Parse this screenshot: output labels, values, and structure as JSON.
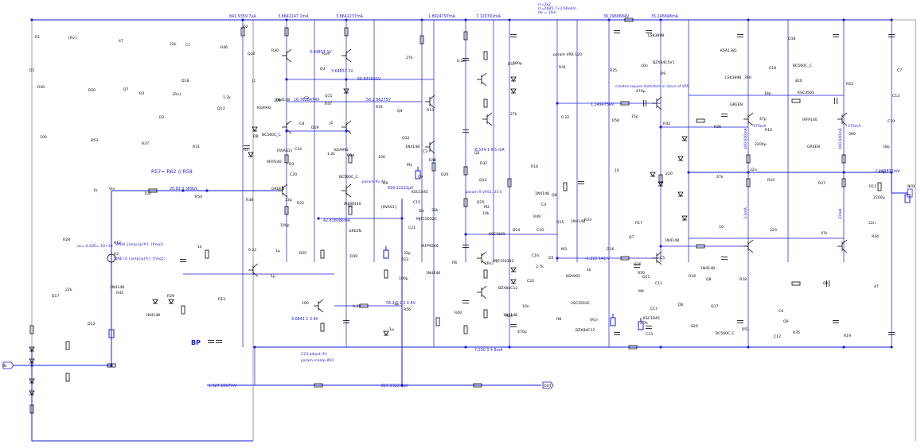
{
  "diagram": {
    "title_note": "R57= R62 // R58",
    "bp_label": "BP",
    "source": {
      "name": "V2",
      "line1": "SIN(0 {amp}g{fr} {freq})",
      "line2": "SINE (0 {amp}g{fr} {freq})",
      "ac_label": "ac= 0.205= 10+16",
      "vin_label": "Vin"
    },
    "top_notes": [
      "rr=2k2",
      "rr=2685.7+2.66ohm",
      "Re = 10m"
    ],
    "param_vrk": "param VRK 120",
    "node_voltages": [
      "841.9359 7µA",
      "3.8642247 1mA",
      "3.8642237mA",
      "1.8924797mA",
      "7.120791mA",
      "36.2968684V",
      "35.246848mA",
      "3.64857 1V",
      "3.64857 1V",
      "56.844821V",
      "16.7828674V",
      "56.2 66275V",
      "1.2494754V",
      "-1.222 142 V",
      "26.81 0 389µV",
      "816.12221µV",
      "-6.554 1 6 5 mA",
      "42.838086mA",
      "-2.149877mV",
      "56.2 0 1 2 4 8V",
      "7.200 3 4 8mA",
      "3.6841 1 3 9V",
      "1.627 1067mV",
      "816.1322 1µV"
    ],
    "notes": [
      "creates square distortion in locus of VAS",
      "param R VAS1, 33 k",
      "param Rv 47",
      "C23 adjust (fr)",
      "param rcomp 850"
    ],
    "current_labels": [
      "175mA",
      "175mA",
      "400-600mA",
      "400-600mA",
      "3.1mA",
      "22mA"
    ],
    "transistors": [
      "Q2",
      "Q3",
      "Q4",
      "Q5",
      "Q6",
      "Q7",
      "Q8",
      "Q9",
      "Q10",
      "Q11",
      "Q12",
      "Q13",
      "Q15",
      "Q16",
      "Q17",
      "Q18",
      "J1",
      "J2",
      "M1",
      "M2",
      "M3",
      "M4",
      "BC560C_C",
      "BC560C_C",
      "KSA992",
      "KSA992",
      "KSC1845",
      "KSC1845",
      "KSA992",
      "KSC1845",
      "KSA1381",
      "KSC3503",
      "BC560C_C",
      "BC560C_C",
      "MJF15032C",
      "MJF15033C",
      "2SC3503C",
      "LSK389B",
      "LSK389B",
      "IRFP140",
      "IRFP240",
      "IRFP9140",
      "IRFP9240",
      "BZX84C12",
      "BZX84C12",
      "BZX84C5V1",
      "GREEN",
      "GREEN",
      "GREEN",
      "GREEN",
      "1N4148",
      "1N4148"
    ],
    "resistors": [
      "R1",
      "R3",
      "R4",
      "R5",
      "R6",
      "R8",
      "R9",
      "R10",
      "R11",
      "R12",
      "R13",
      "R14",
      "R15",
      "R16",
      "R17",
      "R18",
      "R19",
      "R20",
      "R21",
      "R22",
      "R23",
      "R24",
      "R25",
      "R26",
      "R27",
      "R28",
      "R29",
      "R30",
      "R31",
      "R32",
      "R33",
      "R34",
      "R35",
      "R36",
      "R37",
      "R38",
      "R39",
      "R40",
      "R41",
      "R42",
      "R43",
      "R44",
      "R45",
      "R46",
      "R47",
      "R48",
      "R49",
      "R50",
      "R51",
      "R52",
      "R53",
      "R54",
      "R55",
      "R56",
      "R57",
      "R58",
      "47k",
      "47k",
      "22k",
      "22k",
      "100",
      "100",
      "10k",
      "1k",
      "820",
      "820",
      "100",
      "100",
      "0.22",
      "0.22",
      "0.22",
      "0.22",
      "220",
      "220",
      "47",
      "47",
      "1.2k",
      "1.2k",
      "33k",
      "2.7k",
      "2.7k",
      "390",
      "390",
      "1k",
      "1k",
      "100",
      "27k",
      "27k",
      "10",
      "10",
      "68",
      "{Rv}",
      "{Rv}",
      "{RVAS1}",
      "{RVAS1}",
      "{Rs}",
      "{Rs}"
    ],
    "capacitors": [
      "C1",
      "C2",
      "C3",
      "C4",
      "C5",
      "C6",
      "C7",
      "C8",
      "C9",
      "C10",
      "C11",
      "C12",
      "C13",
      "C14",
      "C15",
      "C16",
      "C17",
      "C18",
      "C19",
      "C20",
      "C21",
      "C22",
      "C23",
      "18p",
      "18p",
      "33p",
      "33p",
      "10n",
      "10n",
      "47p",
      "47p",
      "100p",
      "100p",
      "470µ",
      "470µ",
      "2200µ",
      "2200µ",
      "1µ",
      "1µ",
      "180p",
      "15p",
      "22n",
      "22n",
      "1µ",
      "1µ"
    ],
    "diodes": [
      "D1",
      "D2",
      "D3",
      "D4",
      "D5",
      "D6",
      "D7",
      "D8",
      "D9",
      "D10",
      "D11",
      "D12",
      "D13",
      "D14",
      "D15",
      "D16",
      "D17",
      "D18",
      "D19",
      "D20",
      "1N4148",
      "1N4148",
      "1N4148",
      "1N4148",
      "1N4148",
      "1N4148",
      "1N4148",
      "1N4148"
    ],
    "ports": [
      "IN",
      "OUT",
      "NFB"
    ]
  }
}
